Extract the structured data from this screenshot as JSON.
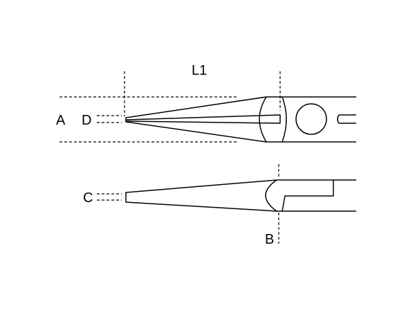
{
  "labels": {
    "L1": "L1",
    "A": "A",
    "D": "D",
    "C": "C",
    "B": "B"
  },
  "colors": {
    "background": "#ffffff",
    "line": "#000000"
  }
}
